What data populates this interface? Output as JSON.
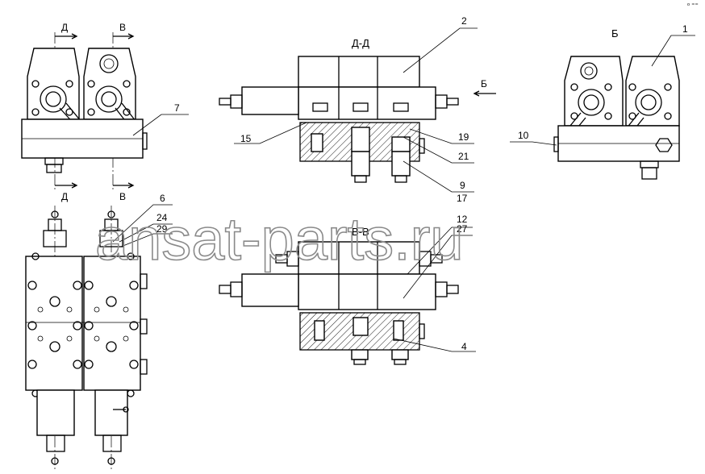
{
  "views": {
    "section_dd": "Д-Д",
    "section_vv": "В-В",
    "view_b": "Б"
  },
  "cut_marks": {
    "d_top": "Д",
    "v_top": "В",
    "d_bottom": "Д",
    "v_bottom": "В",
    "b_arrow": "Б"
  },
  "callouts": [
    "2",
    "1",
    "7",
    "15",
    "19",
    "21",
    "10",
    "9",
    "17",
    "6",
    "24",
    "29",
    "12",
    "27",
    "4"
  ],
  "watermark": "ansat-parts.ru",
  "corner_mark": "ᵒ ⁼⁼"
}
